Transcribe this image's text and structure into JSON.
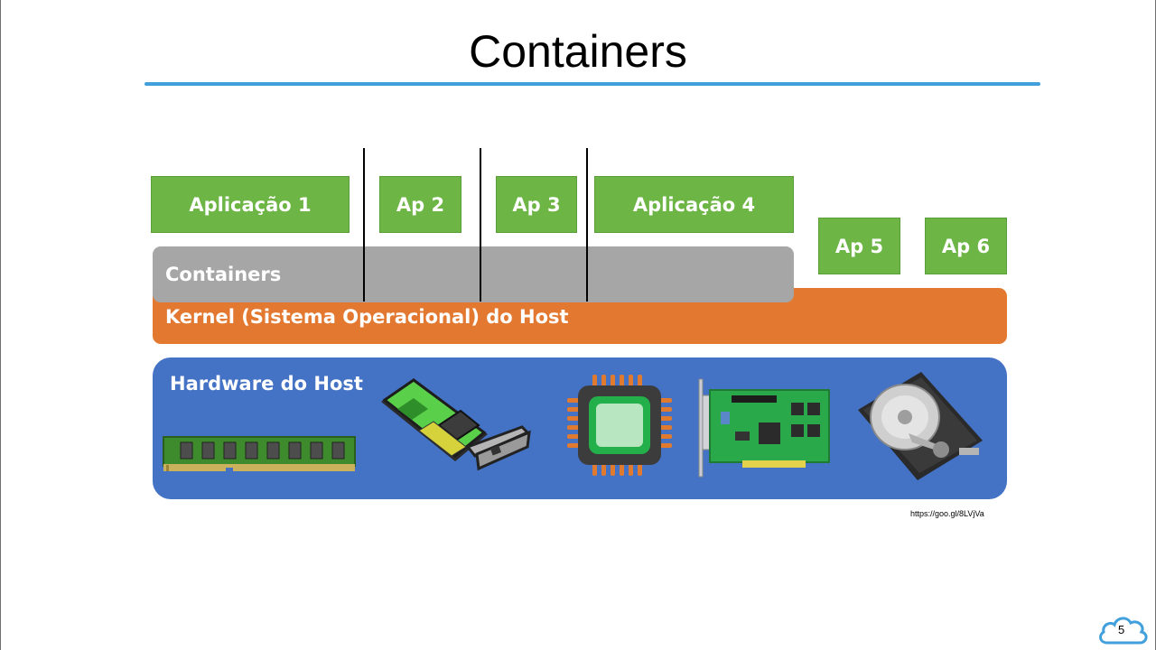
{
  "title": "Containers",
  "apps": [
    {
      "label": "Aplicação 1"
    },
    {
      "label": "Ap 2"
    },
    {
      "label": "Ap 3"
    },
    {
      "label": "Aplicação 4"
    },
    {
      "label": "Ap 5"
    },
    {
      "label": "Ap 6"
    }
  ],
  "layers": {
    "containers": "Containers",
    "kernel": "Kernel (Sistema Operacional) do Host",
    "hardware": "Hardware do Host"
  },
  "hardware_icons": [
    "ram-module-icon",
    "network-card-icon",
    "cpu-chip-icon",
    "expansion-card-icon",
    "hard-disk-icon"
  ],
  "source_url": "https://goo.gl/8LVjVa",
  "page_number": "5",
  "colors": {
    "app_green": "#6db545",
    "container_gray": "#a6a6a6",
    "kernel_orange": "#e37931",
    "hardware_blue": "#4472c4",
    "title_rule": "#41a0dc"
  }
}
